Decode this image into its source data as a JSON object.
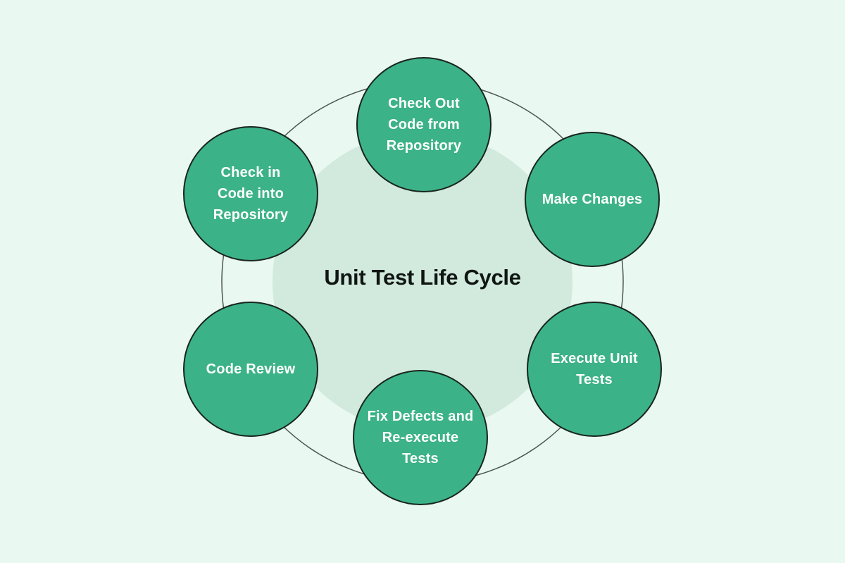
{
  "diagram": {
    "title": "Unit Test Life Cycle",
    "type": "cycle",
    "colors": {
      "background": "#e9f8f0",
      "inner_circle_fill": "#d2eadd",
      "ring_stroke": "#4c564f",
      "node_fill": "#3cb288",
      "node_border": "#17251d",
      "node_text": "#ffffff",
      "title_text": "#101613"
    },
    "nodes": [
      {
        "id": "check-out-code",
        "position": "top",
        "label": "Check Out\nCode from\nRepository"
      },
      {
        "id": "make-changes",
        "position": "top-right",
        "label": "Make Changes"
      },
      {
        "id": "execute-unit-tests",
        "position": "bottom-right",
        "label": "Execute Unit\nTests"
      },
      {
        "id": "fix-defects-re-execute",
        "position": "bottom",
        "label": "Fix Defects and\nRe-execute\nTests"
      },
      {
        "id": "code-review",
        "position": "bottom-left",
        "label": "Code Review"
      },
      {
        "id": "check-in-code",
        "position": "top-left",
        "label": "Check in\nCode into\nRepository"
      }
    ]
  }
}
